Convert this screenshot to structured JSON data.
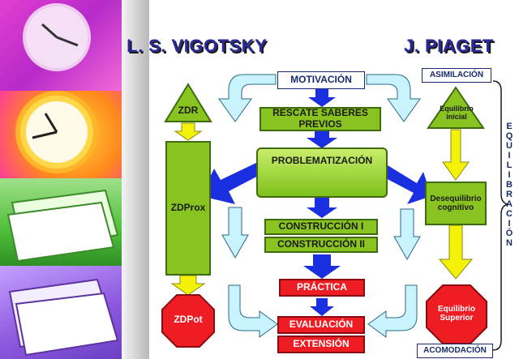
{
  "titles": {
    "left": "L. S. VIGOTSKY",
    "right": "J. PIAGET"
  },
  "center": {
    "motivacion": "MOTIVACIÓN",
    "rescate": "RESCATE SABERES PREVIOS",
    "problematizacion": "PROBLEMATIZACIÓN",
    "construccion1": "CONSTRUCCIÓN I",
    "construccion2": "CONSTRUCCIÓN II",
    "practica": "PRÁCTICA",
    "evaluacion": "EVALUACIÓN",
    "extension": "EXTENSIÓN"
  },
  "vigotsky": {
    "zdr": "ZDR",
    "zdprox": "ZDProx",
    "zdpot": "ZDPot"
  },
  "piaget": {
    "asimilacion": "ASIMILACIÓN",
    "equilibrio_inicial": "Equilibrio inicial",
    "desequilibrio": "Desequilibrio cognitivo",
    "equilibrio_superior": "Equilibrio Superior",
    "acomodacion": "ACOMODACIÓN",
    "equilibracion_letters": [
      "E",
      "Q",
      "U",
      "I",
      "L",
      "I",
      "B",
      "R",
      "A",
      "C",
      "I",
      "Ó",
      "N"
    ]
  },
  "colors": {
    "green": "#89c31f",
    "red": "#ee1d24",
    "yellow": "#f5f20a",
    "blue_arrow": "#1a2fe0",
    "cyan_arrow": "#c9f3ff",
    "title_blue": "#2a2a9c"
  }
}
